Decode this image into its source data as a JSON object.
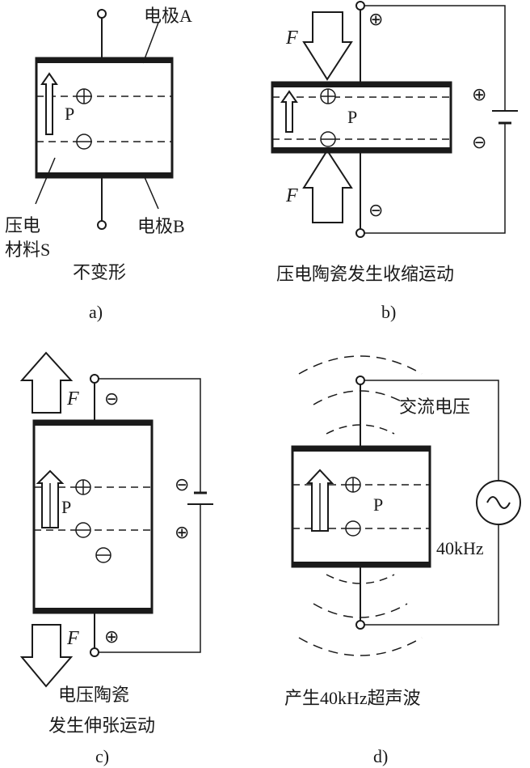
{
  "panel_a": {
    "electrode_a": "电极A",
    "electrode_b": "电极B",
    "material_line1": "压电",
    "material_line2": "材料S",
    "polarization": "P",
    "caption": "不变形",
    "label": "a)"
  },
  "panel_b": {
    "force_top": "F",
    "force_bottom": "F",
    "polarization": "P",
    "caption": "压电陶瓷发生收缩运动",
    "label": "b)"
  },
  "panel_c": {
    "force_top": "F",
    "force_bottom": "F",
    "polarization": "P",
    "caption_line1": "电压陶瓷",
    "caption_line2": "发生伸张运动",
    "label": "c)"
  },
  "panel_d": {
    "voltage_label": "交流电压",
    "frequency": "40kHz",
    "polarization": "P",
    "caption": "产生40kHz超声波",
    "label": "d)"
  },
  "symbols": {
    "plus": "⊕",
    "minus": "⊖"
  }
}
